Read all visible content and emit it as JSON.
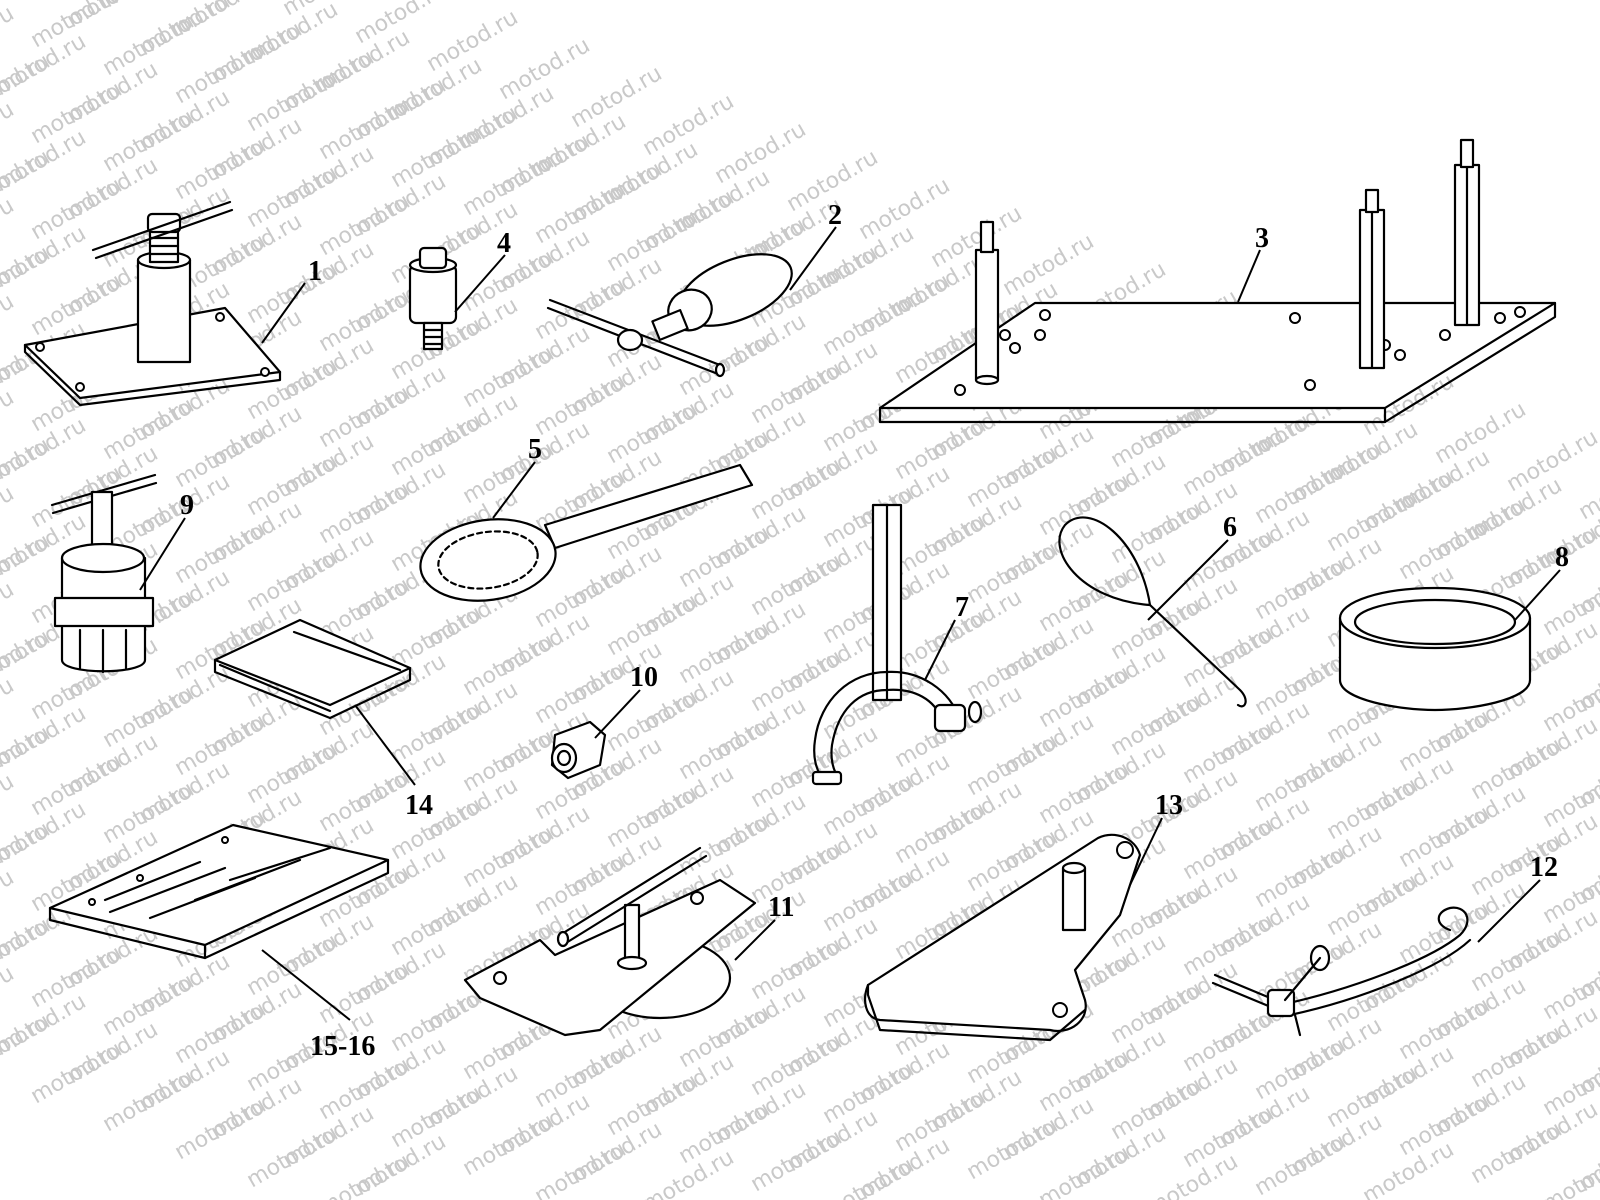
{
  "watermark": {
    "text": "motod.ru",
    "color": "#c9c9c9"
  },
  "callouts": {
    "c1": "1",
    "c2": "2",
    "c3": "3",
    "c4": "4",
    "c5": "5",
    "c6": "6",
    "c7": "7",
    "c8": "8",
    "c9": "9",
    "c10": "10",
    "c11": "11",
    "c12": "12",
    "c13": "13",
    "c14": "14",
    "c15_16": "15-16"
  }
}
